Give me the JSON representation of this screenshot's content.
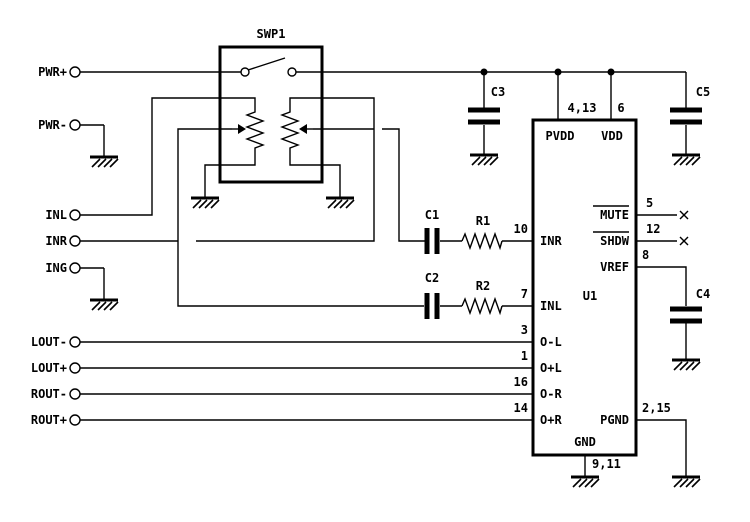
{
  "colors": {
    "ink": "#000000",
    "background": "#ffffff"
  },
  "ports": {
    "pwr_plus": "PWR+",
    "pwr_minus": "PWR-",
    "inl": "INL",
    "inr": "INR",
    "ing": "ING",
    "lout_minus": "LOUT-",
    "lout_plus": "LOUT+",
    "rout_minus": "ROUT-",
    "rout_plus": "ROUT+"
  },
  "components": {
    "swp1": "SWP1",
    "u1": "U1",
    "c1": "C1",
    "c2": "C2",
    "c3": "C3",
    "c4": "C4",
    "c5": "C5",
    "r1": "R1",
    "r2": "R2"
  },
  "u1_pins": {
    "pvdd": {
      "name": "PVDD",
      "number": "4,13"
    },
    "vdd": {
      "name": "VDD",
      "number": "6"
    },
    "mute": {
      "name": "MUTE",
      "number": "5"
    },
    "shdw": {
      "name": "SHDW",
      "number": "12"
    },
    "vref": {
      "name": "VREF",
      "number": "8"
    },
    "inr": {
      "name": "INR",
      "number": "10"
    },
    "inl": {
      "name": "INL",
      "number": "7"
    },
    "o_minus_l": {
      "name": "O-L",
      "number": "3"
    },
    "o_plus_l": {
      "name": "O+L",
      "number": "1"
    },
    "o_minus_r": {
      "name": "O-R",
      "number": "16"
    },
    "o_plus_r": {
      "name": "O+R",
      "number": "14"
    },
    "pgnd": {
      "name": "PGND",
      "number": "2,15"
    },
    "gnd": {
      "name": "GND",
      "number": "9,11"
    }
  }
}
